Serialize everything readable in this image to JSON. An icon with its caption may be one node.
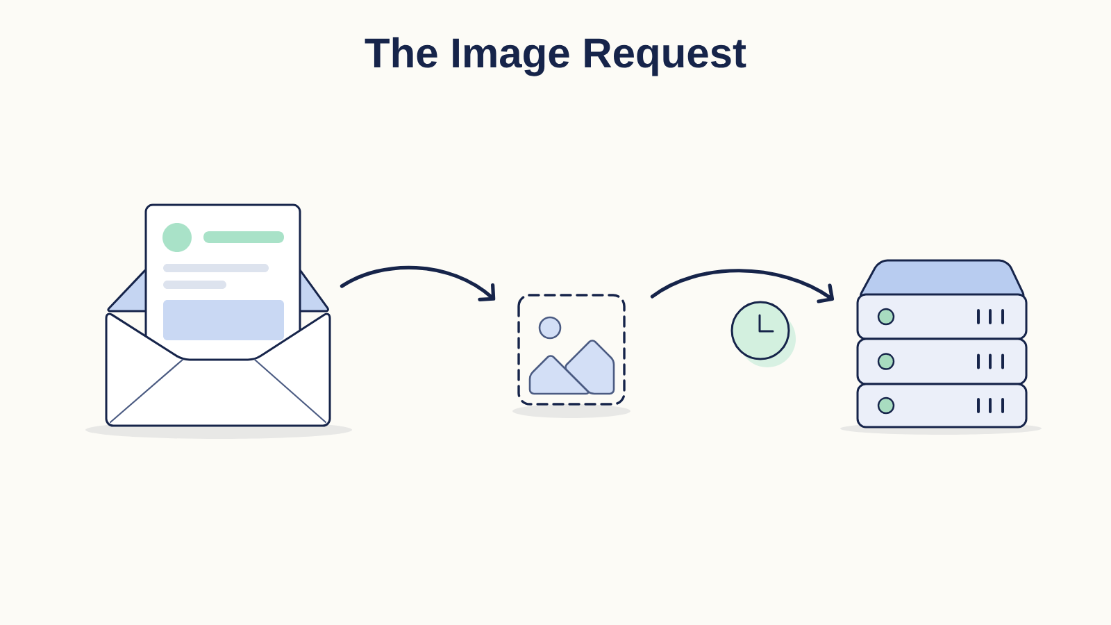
{
  "diagram": {
    "title": "The Image Request",
    "nodes": [
      {
        "text": [],
        "shape": "picture"
      },
      {
        "text": [],
        "shape": "picture"
      },
      {
        "text": [],
        "shape": "picture"
      }
    ],
    "edges": [
      {
        "from": 0,
        "to": 1,
        "arrow": "to"
      },
      {
        "from": 1,
        "to": 2,
        "arrow": "to"
      }
    ]
  }
}
